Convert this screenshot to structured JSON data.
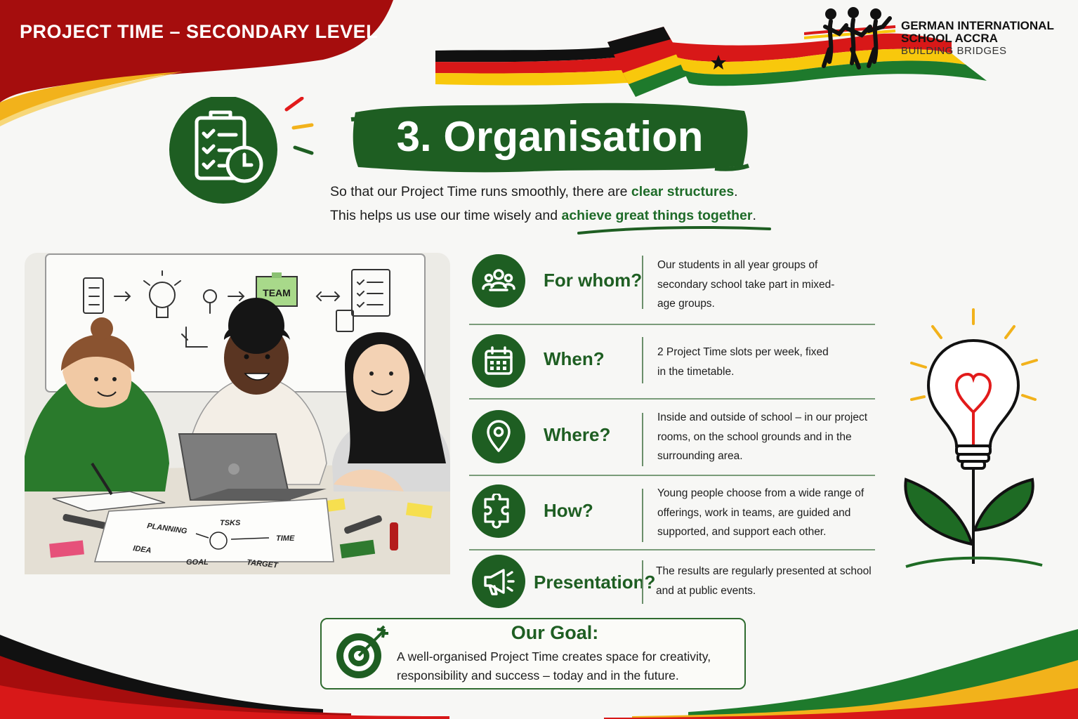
{
  "banner": {
    "text": "PROJECT TIME – SECONDARY LEVEL"
  },
  "school": {
    "line1": "GERMAN INTERNATIONAL",
    "line2": "SCHOOL ACCRA",
    "line3": "BUILDING BRIDGES",
    "logo_icon": "dancing-figures-logo"
  },
  "title": {
    "text": "3. Organisation",
    "icon": "clipboard-clock-icon"
  },
  "intro": {
    "line1_pre": "So that our Project Time runs smoothly, there are ",
    "line1_hl": "clear structures",
    "line1_post": ".",
    "line2_pre": "This helps us use our time wisely and ",
    "line2_hl": "achieve great things together",
    "line2_post": "."
  },
  "illustration": {
    "whiteboard_note": "TEAM",
    "paper_words": {
      "planning": "PLANNING",
      "tasks": "TSKS",
      "time": "TIME",
      "idea": "IDEA",
      "goal": "GOAL",
      "target": "TARGET"
    }
  },
  "rows": [
    {
      "icon": "group-icon",
      "label": "For whom?",
      "desc": "Our students in all year groups of secondary school take part in mixed-age groups."
    },
    {
      "icon": "calendar-icon",
      "label": "When?",
      "desc": "2 Project Time slots per week, fixed in the timetable."
    },
    {
      "icon": "location-pin-icon",
      "label": "Where?",
      "desc": "Inside and outside of school – in our project rooms, on the school grounds and in the surrounding area."
    },
    {
      "icon": "puzzle-icon",
      "label": "How?",
      "desc": "Young people choose from a wide range of offerings, work in teams, are guided and supported, and support each other."
    },
    {
      "icon": "megaphone-icon",
      "label": "Presentation?",
      "desc": "The results are regularly presented at school and at public events."
    }
  ],
  "goal": {
    "icon": "target-icon",
    "title": "Our Goal:",
    "text": "A well-organised Project Time creates space for creativity, responsibility and success – today and in the future."
  },
  "colors": {
    "brand_green": "#1e5e22",
    "banner_red": "#a50d0d",
    "accent_yellow": "#f2b21b",
    "flag_black": "#111111",
    "flag_red": "#d81818",
    "flag_gold": "#f8c80c",
    "ghana_green": "#1e7a2c"
  }
}
